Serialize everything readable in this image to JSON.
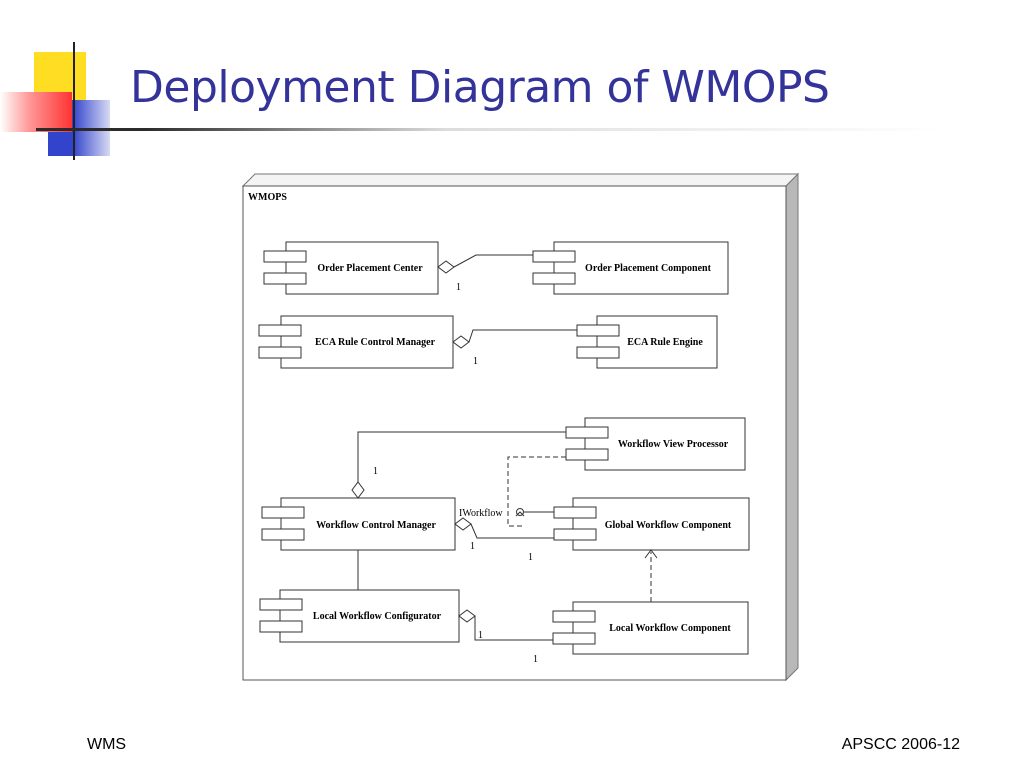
{
  "slide": {
    "title": "Deployment Diagram of WMOPS",
    "footer_left": "WMS",
    "footer_right": "APSCC 2006-12"
  },
  "colors": {
    "title": "#333399",
    "accent_yellow": "#ffdd22",
    "accent_blue": "#3344cc",
    "accent_red": "#ff4444"
  },
  "diagram": {
    "node_label": "WMOPS",
    "components": {
      "order_placement_center": "Order Placement Center",
      "order_placement_component": "Order Placement Component",
      "eca_rule_control_manager": "ECA Rule Control Manager",
      "eca_rule_engine": "ECA Rule Engine",
      "workflow_view_processor": "Workflow View Processor",
      "workflow_control_manager": "Workflow Control Manager",
      "global_workflow_component": "Global Workflow Component",
      "local_workflow_configurator": "Local Workflow Configurator",
      "local_workflow_component": "Local Workflow Component"
    },
    "interface_label": "IWorkflow",
    "multiplicities": {
      "opc_1": "1",
      "eca_1": "1",
      "wvp_1": "1",
      "wcm_gwc_left": "1",
      "wcm_gwc_right": "1",
      "lwc_left": "1",
      "lwc_bottom": "1"
    }
  }
}
